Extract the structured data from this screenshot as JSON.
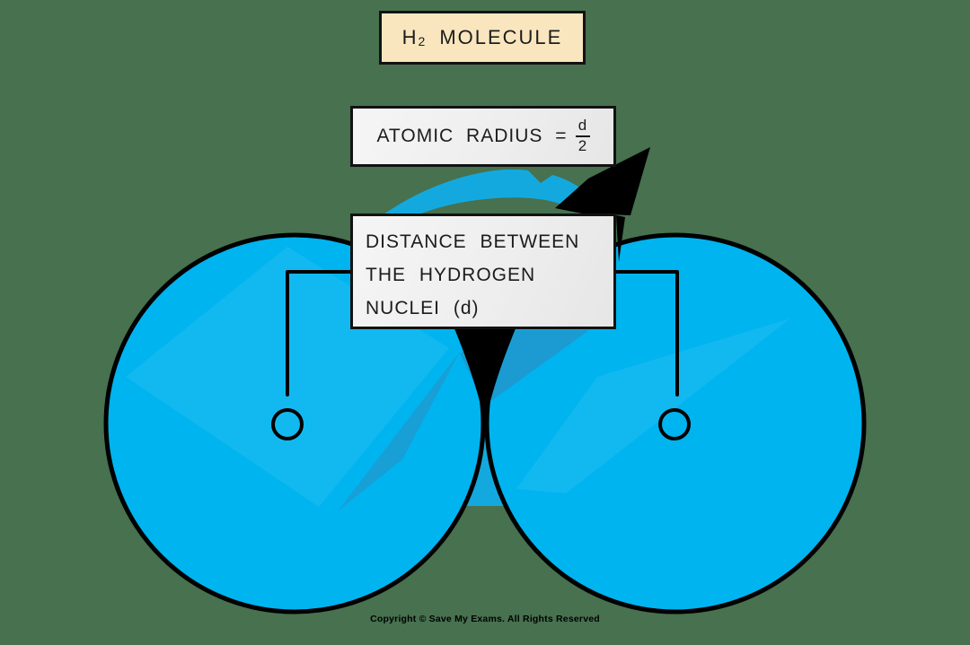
{
  "colors": {
    "background": "#47714F",
    "atom_blue": "#00B4EF",
    "watermark_blue": "#14A9DE",
    "watermark_teal": "#1B9BD1",
    "outline_black": "#000000",
    "title_box_fill": "#FAE6BE",
    "label_box_fill": "#F0F0F0"
  },
  "title_box": {
    "formula_base": "H",
    "formula_subscript": "2",
    "label": "MOLECULE"
  },
  "atomic_radius_box": {
    "label": "ATOMIC RADIUS =",
    "fraction_numerator": "d",
    "fraction_denominator": "2"
  },
  "distance_box": {
    "line1": "DISTANCE BETWEEN",
    "line2": "THE HYDROGEN",
    "line3": "NUCLEI (d)"
  },
  "footer": {
    "copyright": "Copyright © Save My Exams. All Rights Reserved"
  }
}
